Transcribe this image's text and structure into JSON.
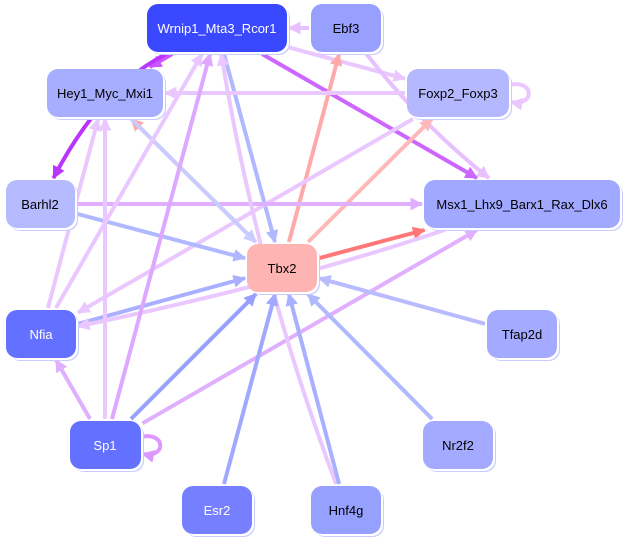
{
  "nodes": [
    {
      "id": "Wrnip1_Mta3_Rcor1",
      "label": "Wrnip1_Mta3_Rcor1",
      "color": "#3a48ff",
      "text_color": "#ffffff"
    },
    {
      "id": "Ebf3",
      "label": "Ebf3",
      "color": "#98a0ff",
      "text_color": "#000000"
    },
    {
      "id": "Hey1_Myc_Mxi1",
      "label": "Hey1_Myc_Mxi1",
      "color": "#a8aeff",
      "text_color": "#000000"
    },
    {
      "id": "Foxp2_Foxp3",
      "label": "Foxp2_Foxp3",
      "color": "#b4b8ff",
      "text_color": "#000000"
    },
    {
      "id": "Barhl2",
      "label": "Barhl2",
      "color": "#b6baff",
      "text_color": "#000000"
    },
    {
      "id": "Msx1_Lhx9_Barx1_Rax_Dlx6",
      "label": "Msx1_Lhx9_Barx1_Rax_Dlx6",
      "color": "#a0a8ff",
      "text_color": "#000000"
    },
    {
      "id": "Tbx2",
      "label": "Tbx2",
      "color": "#ffb4b4",
      "text_color": "#000000"
    },
    {
      "id": "Nfia",
      "label": "Nfia",
      "color": "#6470ff",
      "text_color": "#ffffff"
    },
    {
      "id": "Tfap2d",
      "label": "Tfap2d",
      "color": "#a4aaff",
      "text_color": "#000000"
    },
    {
      "id": "Sp1",
      "label": "Sp1",
      "color": "#6470ff",
      "text_color": "#ffffff"
    },
    {
      "id": "Nr2f2",
      "label": "Nr2f2",
      "color": "#a4aaff",
      "text_color": "#000000"
    },
    {
      "id": "Esr2",
      "label": "Esr2",
      "color": "#7680ff",
      "text_color": "#ffffff"
    },
    {
      "id": "Hnf4g",
      "label": "Hnf4g",
      "color": "#96a0ff",
      "text_color": "#000000"
    }
  ],
  "edges": [
    {
      "from": "Wrnip1_Mta3_Rcor1",
      "to": "Hey1_Myc_Mxi1",
      "color": "#cc55ff"
    },
    {
      "from": "Wrnip1_Mta3_Rcor1",
      "to": "Barhl2",
      "color": "#bb33ff"
    },
    {
      "from": "Wrnip1_Mta3_Rcor1",
      "to": "Msx1_Lhx9_Barx1_Rax_Dlx6",
      "color": "#cc66ff"
    },
    {
      "from": "Wrnip1_Mta3_Rcor1",
      "to": "Tbx2",
      "color": "#b0b8ff"
    },
    {
      "from": "Ebf3",
      "to": "Wrnip1_Mta3_Rcor1",
      "color": "#e6c0ff"
    },
    {
      "from": "Wrnip1_Mta3_Rcor1",
      "to": "Foxp2_Foxp3",
      "color": "#eac8ff"
    },
    {
      "from": "Ebf3",
      "to": "Msx1_Lhx9_Barx1_Rax_Dlx6",
      "color": "#e6c0ff"
    },
    {
      "from": "Tbx2",
      "to": "Ebf3",
      "color": "#ffaaaa"
    },
    {
      "from": "Tbx2",
      "to": "Foxp2_Foxp3",
      "color": "#ffb8b8"
    },
    {
      "from": "Tbx2",
      "to": "Hey1_Myc_Mxi1",
      "color": "#ffaaaa"
    },
    {
      "from": "Tbx2",
      "to": "Msx1_Lhx9_Barx1_Rax_Dlx6",
      "color": "#ff7777"
    },
    {
      "from": "Foxp2_Foxp3",
      "to": "Hey1_Myc_Mxi1",
      "color": "#eac8ff"
    },
    {
      "from": "Foxp2_Foxp3",
      "to": "Foxp2_Foxp3",
      "color": "#eac8ff"
    },
    {
      "from": "Foxp2_Foxp3",
      "to": "Nfia",
      "color": "#eac8ff"
    },
    {
      "from": "Barhl2",
      "to": "Msx1_Lhx9_Barx1_Rax_Dlx6",
      "color": "#e0b0ff"
    },
    {
      "from": "Barhl2",
      "to": "Tbx2",
      "color": "#b0b8ff"
    },
    {
      "from": "Hey1_Myc_Mxi1",
      "to": "Tbx2",
      "color": "#c8ccff"
    },
    {
      "from": "Nfia",
      "to": "Tbx2",
      "color": "#a8b0ff"
    },
    {
      "from": "Msx1_Lhx9_Barx1_Rax_Dlx6",
      "to": "Nfia",
      "color": "#eac8ff"
    },
    {
      "from": "Sp1",
      "to": "Msx1_Lhx9_Barx1_Rax_Dlx6",
      "color": "#e0b0ff"
    },
    {
      "from": "Sp1",
      "to": "Tbx2",
      "color": "#98a0ff"
    },
    {
      "from": "Sp1",
      "to": "Nfia",
      "color": "#e0b0ff"
    },
    {
      "from": "Sp1",
      "to": "Hey1_Myc_Mxi1",
      "color": "#eac8ff"
    },
    {
      "from": "Sp1",
      "to": "Wrnip1_Mta3_Rcor1",
      "color": "#dda8ff"
    },
    {
      "from": "Nfia",
      "to": "Hey1_Myc_Mxi1",
      "color": "#eac8ff"
    },
    {
      "from": "Nfia",
      "to": "Wrnip1_Mta3_Rcor1",
      "color": "#eac8ff"
    },
    {
      "from": "Hnf4g",
      "to": "Wrnip1_Mta3_Rcor1",
      "color": "#eac8ff"
    },
    {
      "from": "Hnf4g",
      "to": "Tbx2",
      "color": "#a8b0ff"
    },
    {
      "from": "Esr2",
      "to": "Tbx2",
      "color": "#a0a8ff"
    },
    {
      "from": "Nr2f2",
      "to": "Tbx2",
      "color": "#b0b8ff"
    },
    {
      "from": "Tfap2d",
      "to": "Tbx2",
      "color": "#b8bcff"
    },
    {
      "from": "Sp1",
      "to": "Sp1",
      "color": "#dd99ff"
    }
  ]
}
